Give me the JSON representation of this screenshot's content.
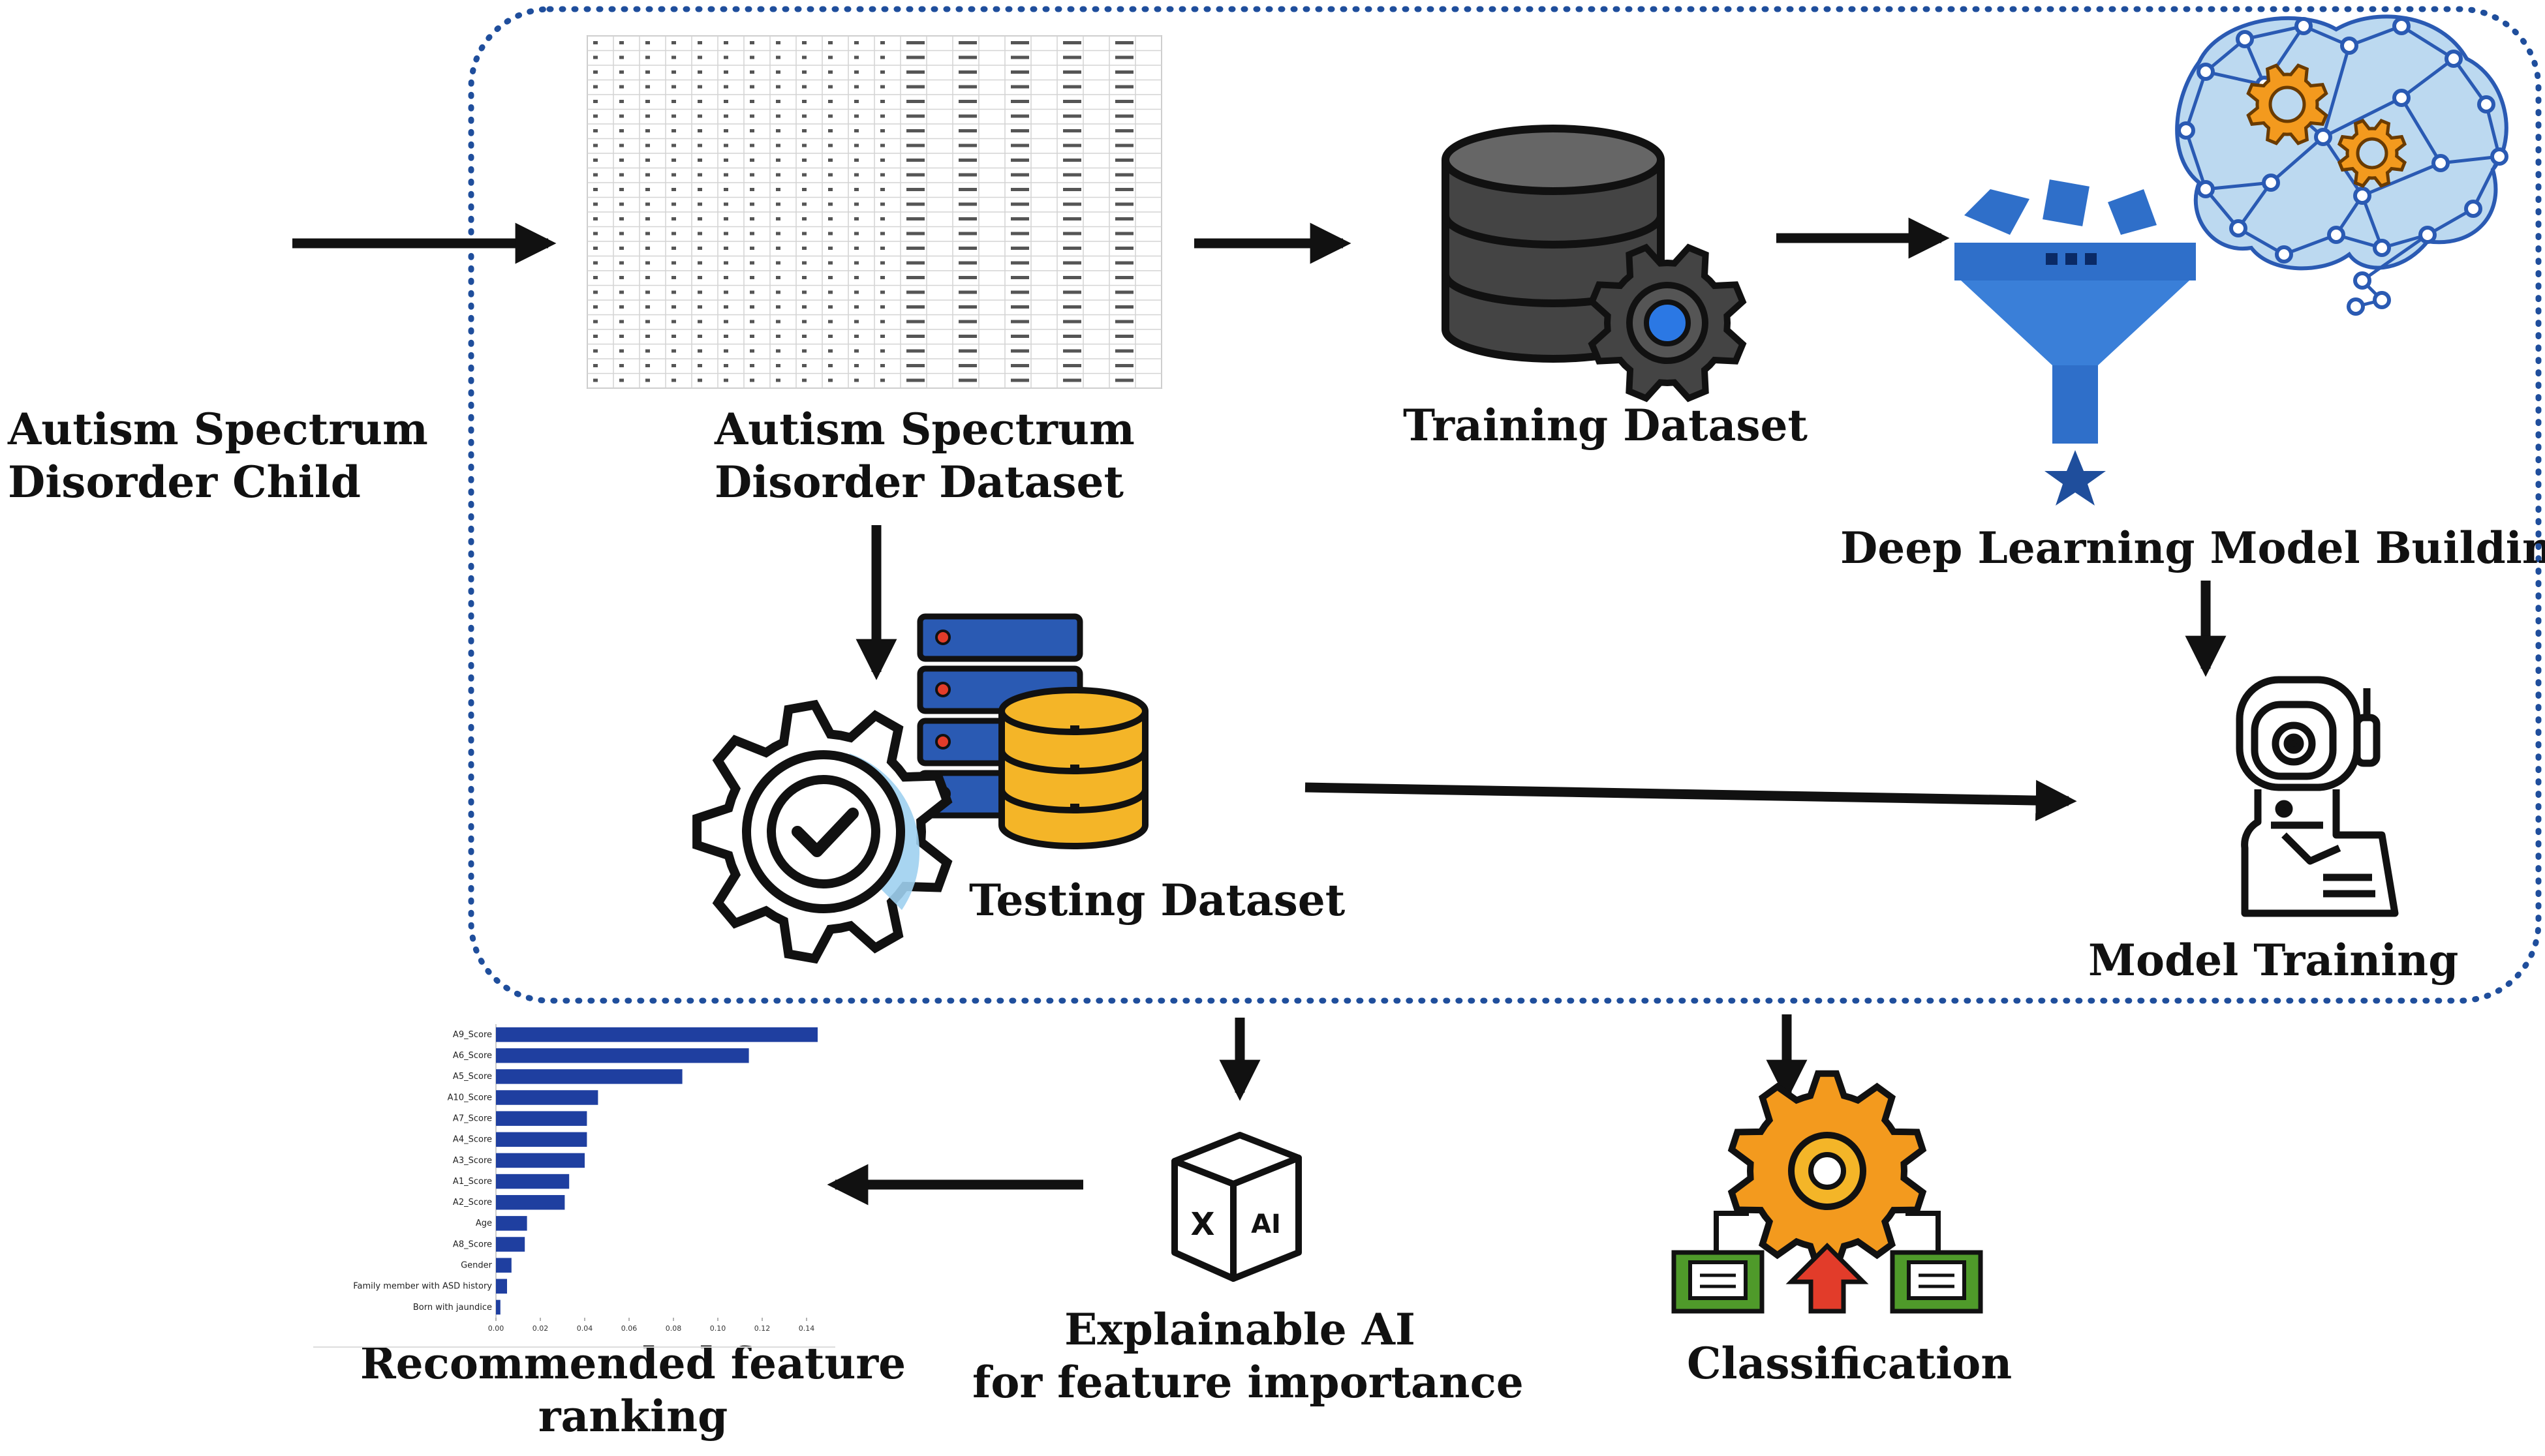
{
  "labels": {
    "asd_child": [
      "Autism Spectrum",
      "Disorder Child"
    ],
    "asd_dataset": [
      "Autism Spectrum",
      "Disorder Dataset"
    ],
    "training_dataset": "Training Dataset",
    "testing_dataset": "Testing Dataset",
    "dl_model_building": "Deep Learning Model Building",
    "model_training": "Model Training",
    "explainable_ai": [
      "Explainable AI",
      "for feature importance"
    ],
    "classification": "Classification",
    "feature_ranking": [
      "Recommended feature",
      "ranking"
    ]
  },
  "icons": {
    "xai_x": "X",
    "xai_ai": "AI"
  },
  "colors": {
    "border_dots": "#1f4e9c",
    "arrow": "#111111",
    "bar": "#1f3fa0",
    "db_gold": "#f4b528",
    "db_dark": "#333333",
    "funnel_blue": "#2f6fc9",
    "brain_fill": "#bcd9f0",
    "gear_orange": "#f39a1e",
    "server_blue": "#2a5ab3",
    "classification_green": "#4f9a2a",
    "classification_red": "#e23c2a"
  },
  "chart_data": {
    "type": "bar",
    "orientation": "horizontal",
    "categories": [
      "A9_Score",
      "A6_Score",
      "A5_Score",
      "A10_Score",
      "A7_Score",
      "A4_Score",
      "A3_Score",
      "A1_Score",
      "A2_Score",
      "Age",
      "A8_Score",
      "Gender",
      "Family member with ASD history",
      "Born with jaundice"
    ],
    "values": [
      0.145,
      0.114,
      0.084,
      0.046,
      0.041,
      0.041,
      0.04,
      0.033,
      0.031,
      0.014,
      0.013,
      0.007,
      0.005,
      0.002
    ],
    "xticks": [
      "0.00",
      "0.02",
      "0.04",
      "0.06",
      "0.08",
      "0.10",
      "0.12",
      "0.14"
    ],
    "xlim": [
      0,
      0.15
    ],
    "title": "",
    "xlabel": "",
    "ylabel": ""
  }
}
